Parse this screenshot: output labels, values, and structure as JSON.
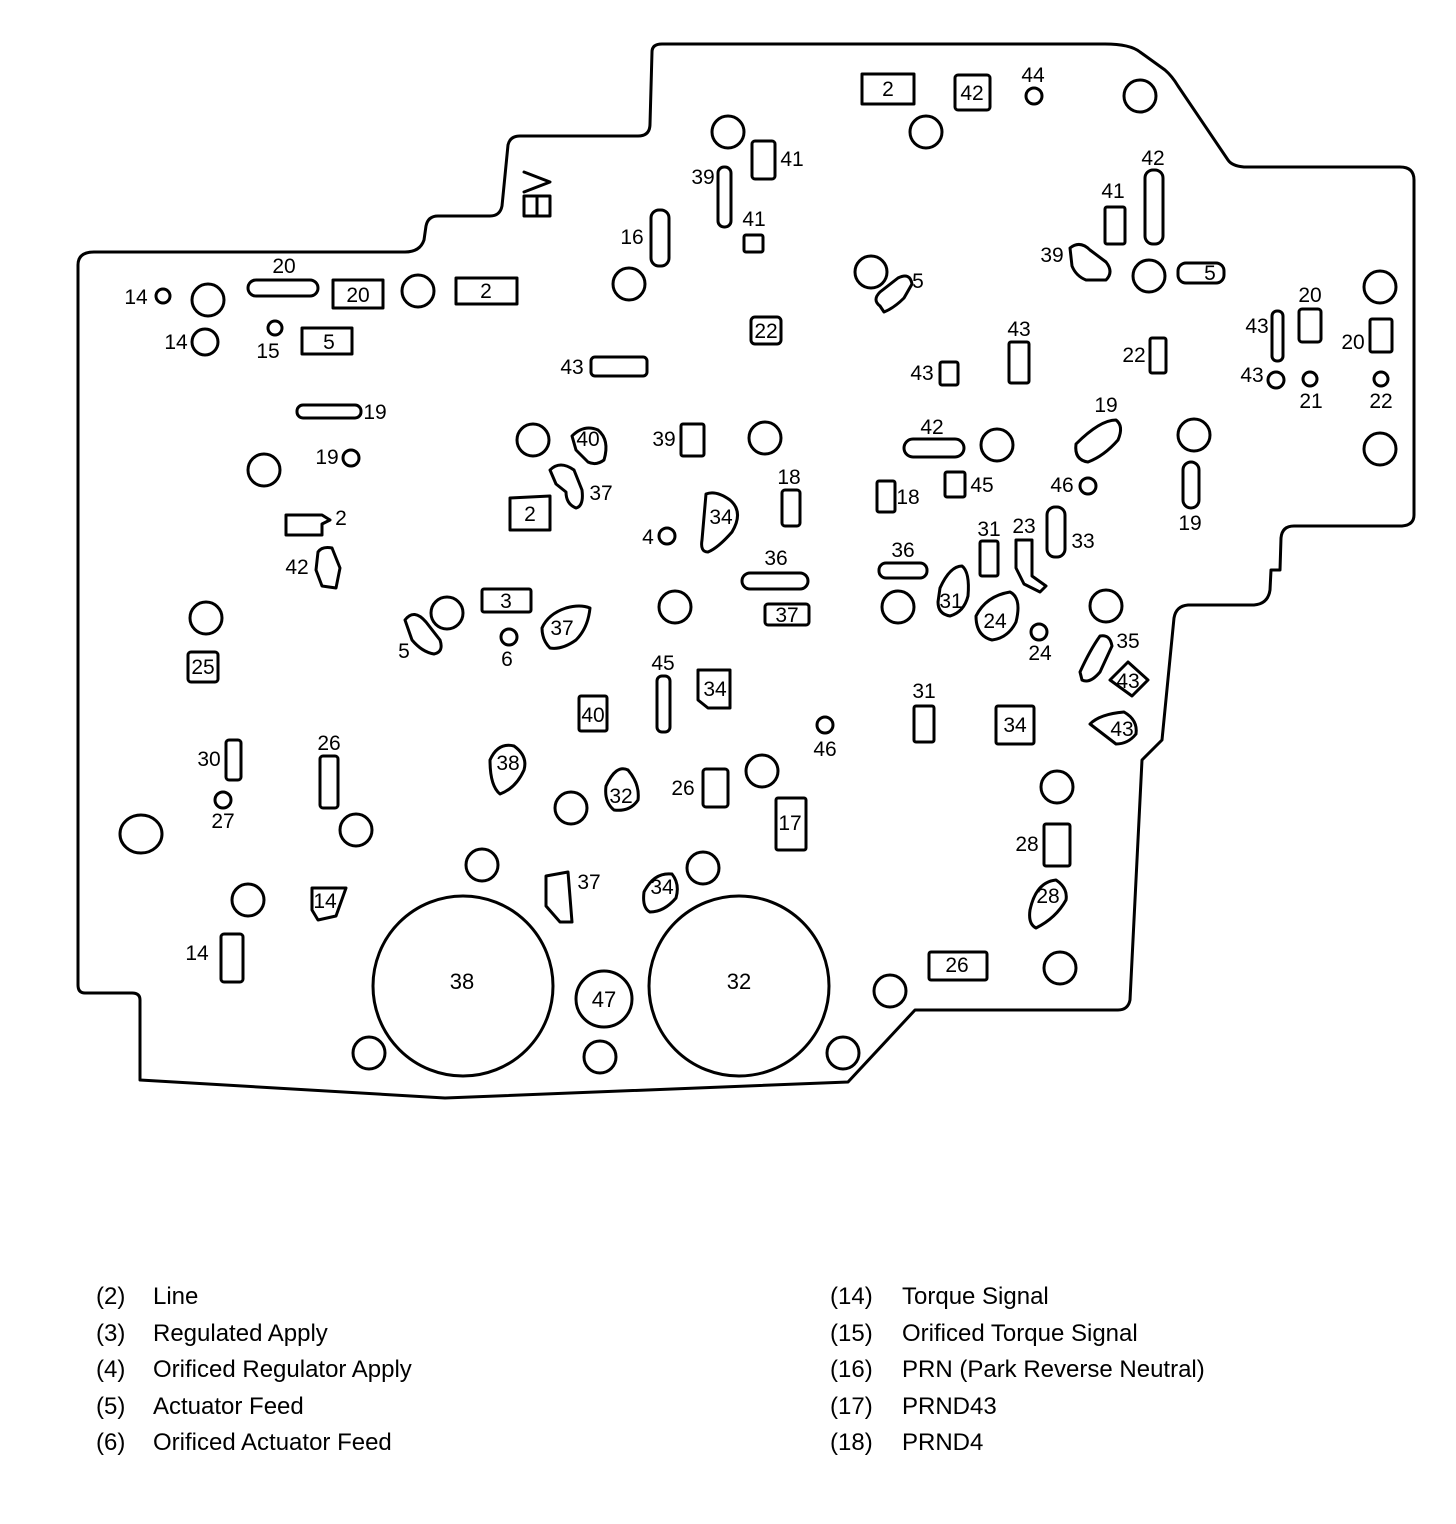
{
  "plate_marking": "AB",
  "legend": {
    "left": [
      {
        "num": "(2)",
        "label": "Line"
      },
      {
        "num": "(3)",
        "label": "Regulated Apply"
      },
      {
        "num": "(4)",
        "label": "Orificed Regulator Apply"
      },
      {
        "num": "(5)",
        "label": "Actuator Feed"
      },
      {
        "num": "(6)",
        "label": "Orificed Actuator Feed"
      }
    ],
    "right": [
      {
        "num": "(14)",
        "label": "Torque Signal"
      },
      {
        "num": "(15)",
        "label": "Orificed Torque Signal"
      },
      {
        "num": "(16)",
        "label": "PRN (Park Reverse Neutral)"
      },
      {
        "num": "(17)",
        "label": "PRND43"
      },
      {
        "num": "(18)",
        "label": "PRND4"
      }
    ]
  },
  "labels": {
    "l2a": "2",
    "l42a": "42",
    "l44": "44",
    "l41a": "41",
    "l39a": "39",
    "l41b": "41",
    "l16": "16",
    "l42b": "42",
    "l41c": "41",
    "l39b": "39",
    "l5a": "5",
    "l5b": "5",
    "l20a": "20",
    "l20b": "20",
    "l2b": "2",
    "l14a": "14",
    "l14b": "14",
    "l15": "15",
    "l5c": "5",
    "l22a": "22",
    "l43a": "43",
    "l43b": "43",
    "l43c": "43",
    "l22b": "22",
    "l43d": "43",
    "l43e": "43",
    "l20c": "20",
    "l20d": "20",
    "l21": "21",
    "l22c": "22",
    "l19a": "19",
    "l19b": "19",
    "l40a": "40",
    "l39c": "39",
    "l42c": "42",
    "l19c": "19",
    "l37a": "37",
    "l2c": "2",
    "l2d": "2",
    "l18a": "18",
    "l18b": "18",
    "l45a": "45",
    "l46a": "46",
    "l4": "4",
    "l34a": "34",
    "l36a": "36",
    "l36b": "36",
    "l31a": "31",
    "l23": "23",
    "l33": "33",
    "l19d": "19",
    "l42d": "42",
    "l37b": "37",
    "l3": "3",
    "l31b": "31",
    "l24a": "24",
    "l24b": "24",
    "l35": "35",
    "l6": "6",
    "l25": "25",
    "l5d": "5",
    "l37c": "37",
    "l45b": "45",
    "l34b": "34",
    "l40b": "40",
    "l31c": "31",
    "l34c": "34",
    "l43f": "43",
    "l43g": "43",
    "l46b": "46",
    "l30": "30",
    "l26a": "26",
    "l27": "27",
    "l38a": "38",
    "l32a": "32",
    "l26b": "26",
    "l17": "17",
    "l28a": "28",
    "l28b": "28",
    "l14c": "14",
    "l37d": "37",
    "l34d": "34",
    "l14d": "14",
    "l26c": "26",
    "l38b": "38",
    "l47": "47",
    "l32b": "32"
  }
}
